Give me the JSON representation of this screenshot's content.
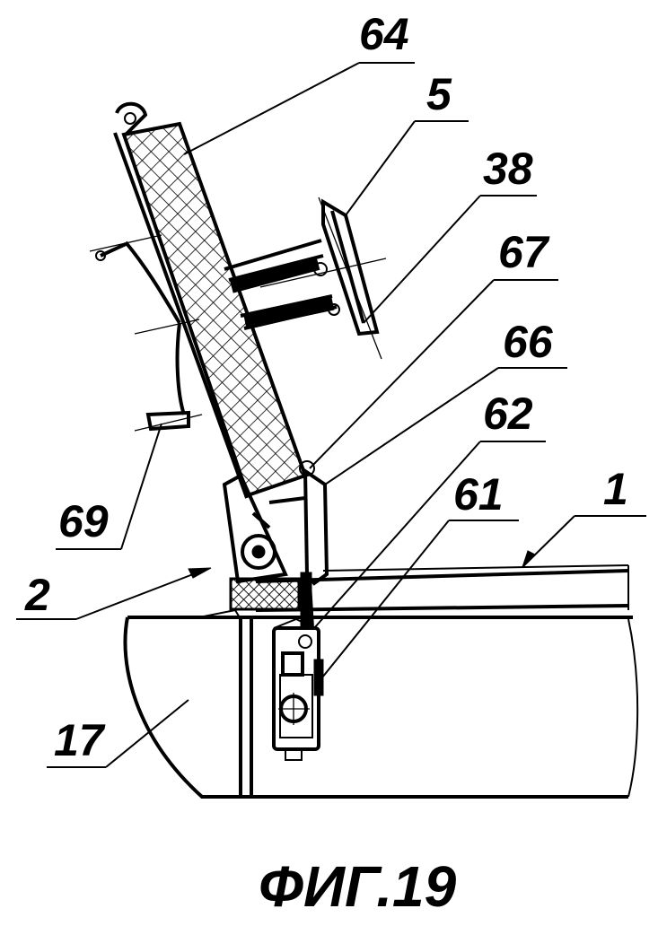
{
  "figure": {
    "caption": "ФИГ.19",
    "labels": {
      "l64": "64",
      "l5": "5",
      "l38": "38",
      "l67": "67",
      "l66": "66",
      "l62": "62",
      "l61": "61",
      "l1": "1",
      "l69": "69",
      "l2": "2",
      "l17": "17"
    }
  }
}
